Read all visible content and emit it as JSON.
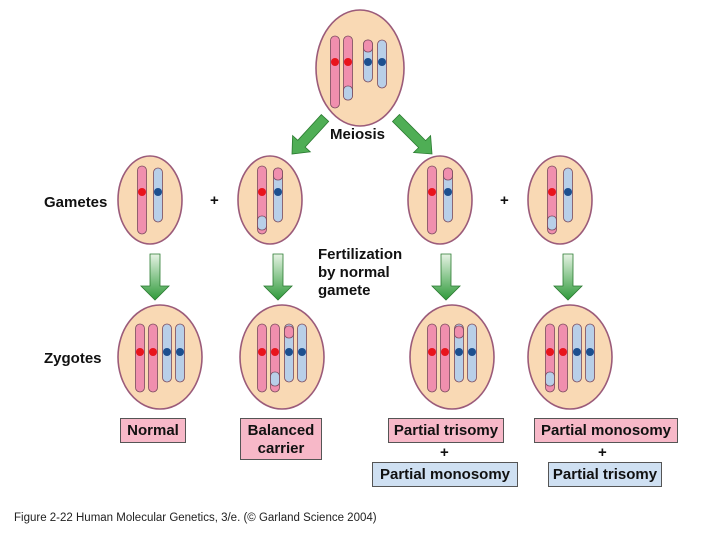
{
  "labels": {
    "gametes": "Gametes",
    "zygotes": "Zygotes",
    "meiosis": "Meiosis",
    "fertilization": [
      "Fertilization",
      "by normal",
      "gamete"
    ],
    "plus_sign": "+"
  },
  "outcomes": {
    "normal": "Normal",
    "balanced": [
      "Balanced",
      "carrier"
    ],
    "left_pair": {
      "top": "Partial trisomy",
      "join": "+",
      "bottom": "Partial monosomy"
    },
    "right_pair": {
      "top": "Partial monosomy",
      "join": "+",
      "bottom": "Partial trisomy"
    }
  },
  "caption": "Figure 2-22 Human Molecular Genetics, 3/e. (© Garland Science 2004)",
  "colors": {
    "cell_fill": "#f9d9b4",
    "cell_border": "#9b5b7a",
    "chromosome_pink": "#f08fae",
    "chromosome_blue": "#b8cfe8",
    "centromere_red": "#e8141c",
    "centromere_blue": "#1c4f8f",
    "arrow_green": "#2f9a3a",
    "box_pink": "#f7b8c8",
    "box_blue": "#cfe0f2"
  }
}
